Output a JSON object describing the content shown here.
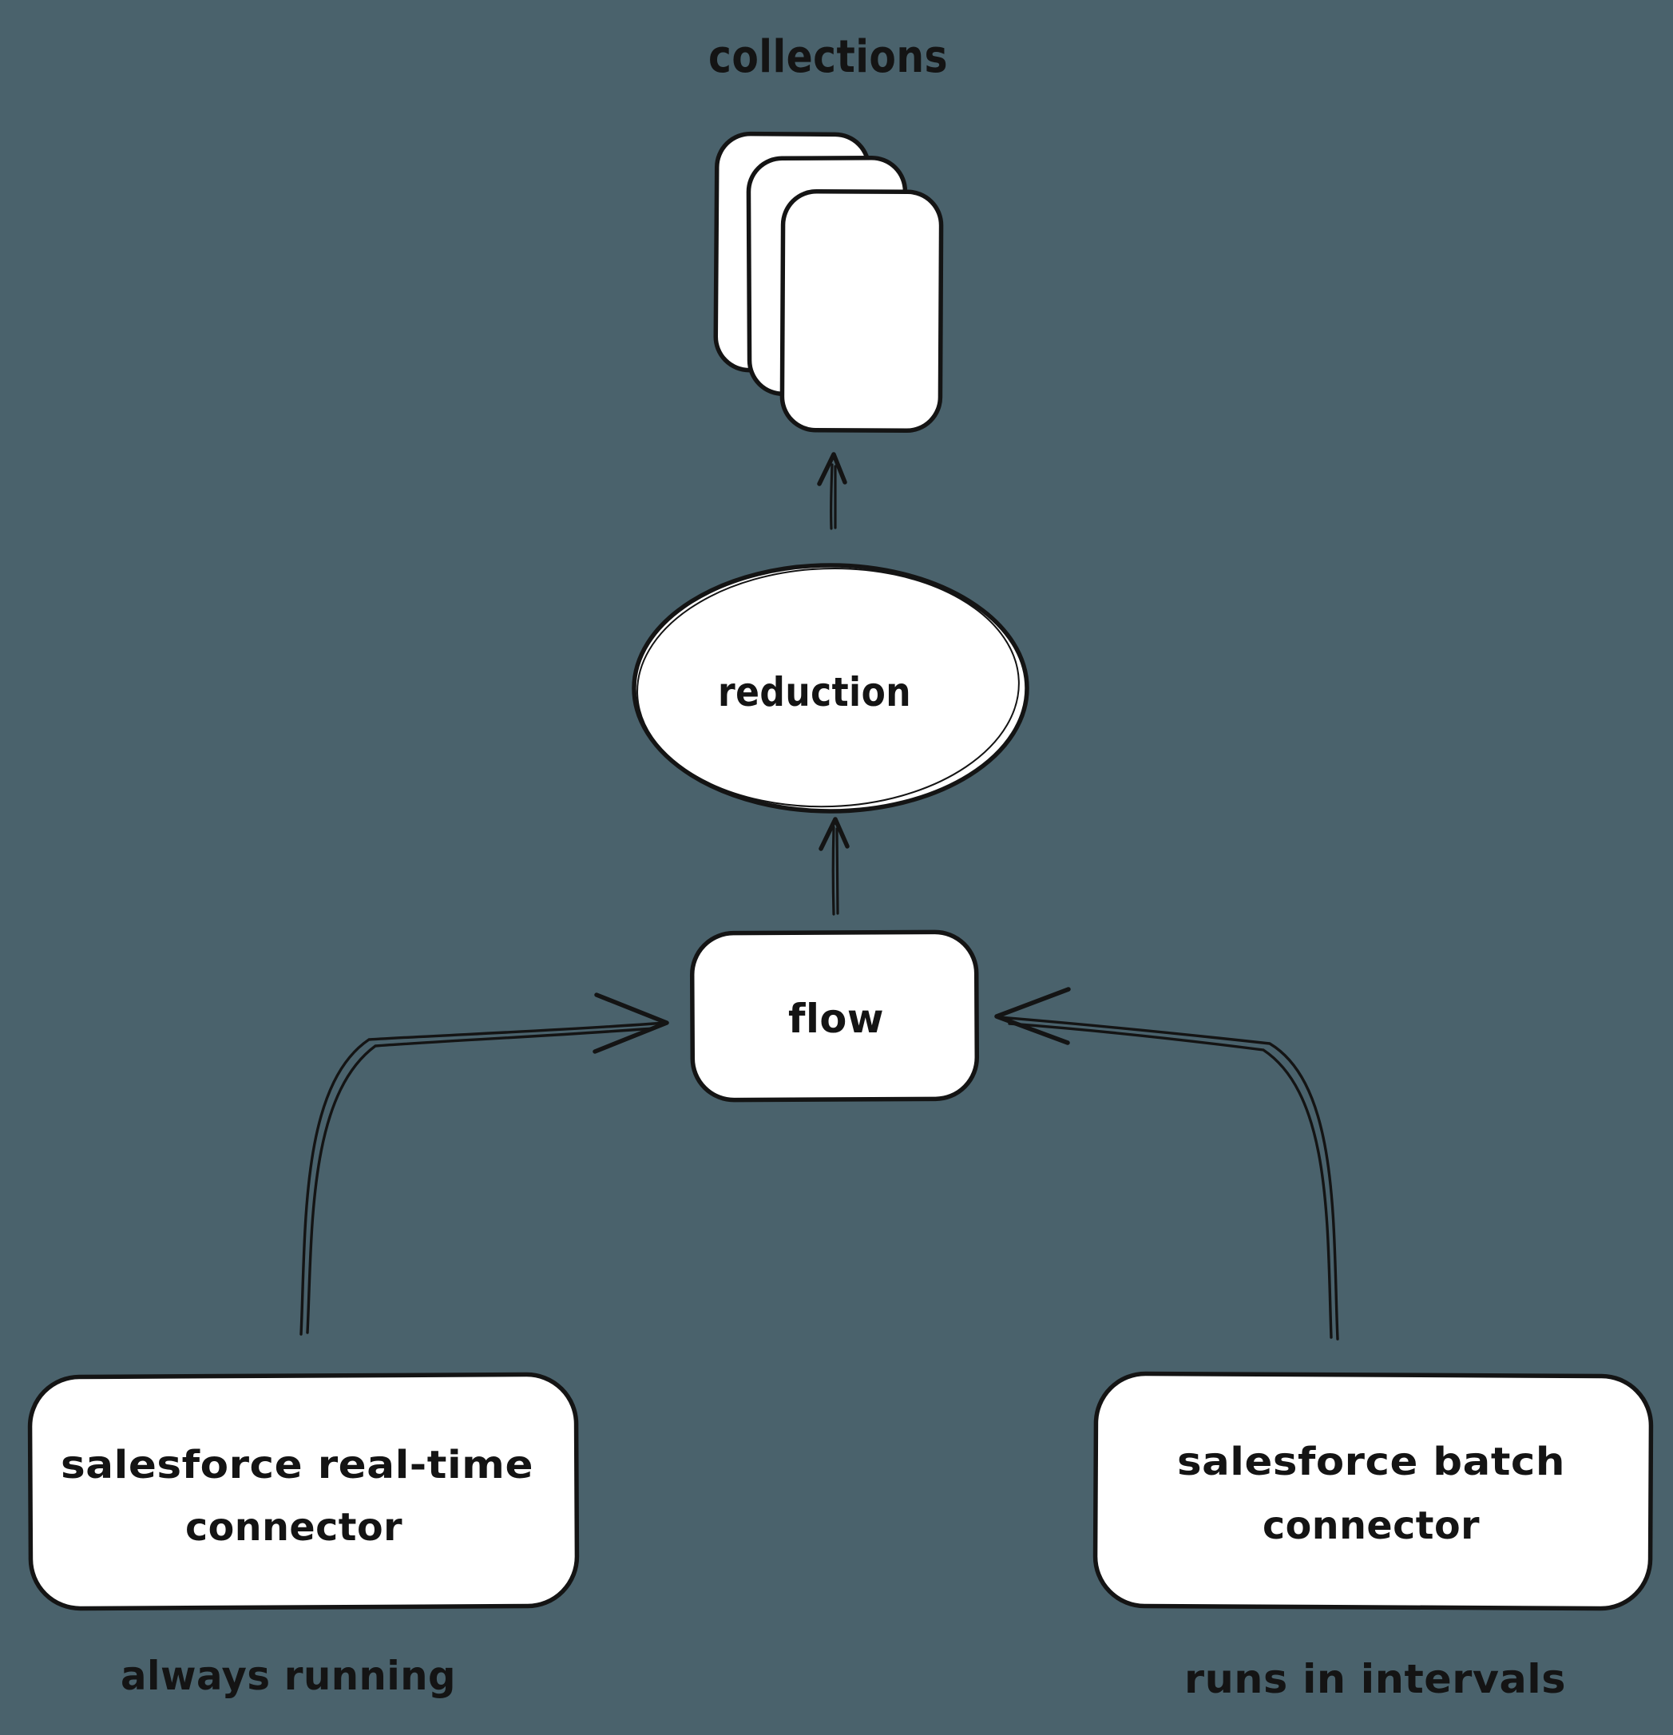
{
  "colors": {
    "background": "#4a626c",
    "shape_fill": "#ffffff",
    "stroke": "#141414",
    "text": "#141414"
  },
  "labels": {
    "collections": "collections",
    "reduction": "reduction",
    "flow": "flow",
    "realtime_line1": "salesforce real-time",
    "realtime_line2": "connector",
    "realtime_caption": "always running",
    "batch_line1": "salesforce batch",
    "batch_line2": "connector",
    "batch_caption": "runs in intervals"
  }
}
